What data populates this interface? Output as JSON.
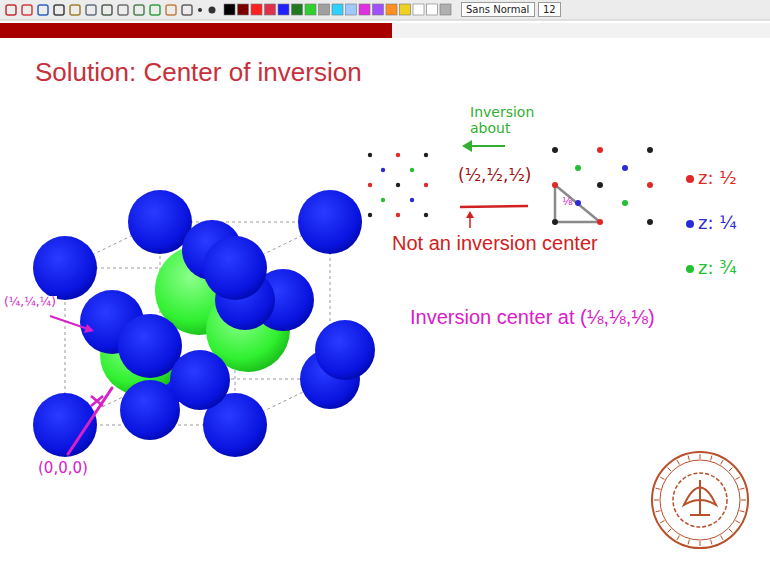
{
  "diagram": {
    "title": "Solution: Center of inversion",
    "nodes": [
      {
        "text": [
          "Sans Normal"
        ]
      },
      {
        "text": [
          "12"
        ]
      }
    ],
    "labels": [
      "(¼,¼,¼)",
      "(0,0,0)",
      "Inversion about",
      "(½,½,½)",
      "Not an inversion center",
      "⅛",
      "Inversion center at (⅛,⅛,⅛)"
    ],
    "legend": [
      {
        "text": "z: ½",
        "color": "#e02828"
      },
      {
        "text": "z: ¼",
        "color": "#2a2ad8"
      },
      {
        "text": "z: ¾",
        "color": "#22c032"
      }
    ]
  }
}
